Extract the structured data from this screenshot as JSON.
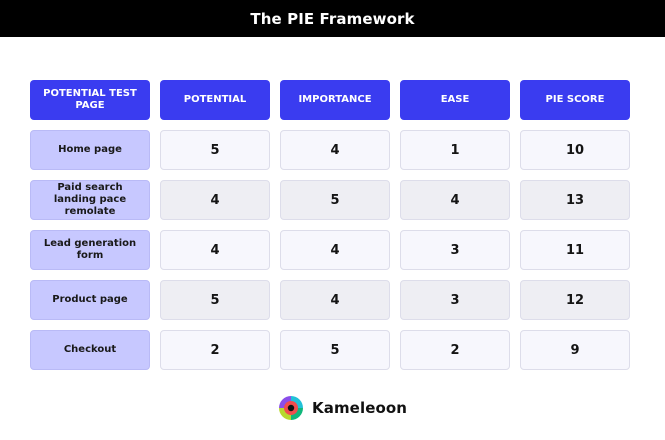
{
  "page": {
    "title": "The PIE Framework"
  },
  "table": {
    "headers": [
      "POTENTIAL TEST PAGE",
      "POTENTIAL",
      "IMPORTANCE",
      "EASE",
      "PIE SCORE"
    ],
    "rows": [
      {
        "label": "Home page",
        "potential": "5",
        "importance": "4",
        "ease": "1",
        "pie_score": "10"
      },
      {
        "label": "Paid search landing pace remolate",
        "potential": "4",
        "importance": "5",
        "ease": "4",
        "pie_score": "13"
      },
      {
        "label": "Lead generation form",
        "potential": "4",
        "importance": "4",
        "ease": "3",
        "pie_score": "11"
      },
      {
        "label": "Product page",
        "potential": "5",
        "importance": "4",
        "ease": "3",
        "pie_score": "12"
      },
      {
        "label": "Checkout",
        "potential": "2",
        "importance": "5",
        "ease": "2",
        "pie_score": "9"
      }
    ]
  },
  "footer": {
    "brand": "Kameleoon",
    "logo_icon": "kameleoon-logo-icon"
  },
  "colors": {
    "title_bar": "#000000",
    "header_fill": "#3a3cf0",
    "label_fill": "#c7c8ff",
    "value_light": "#f7f7fd",
    "value_dark": "#eeeef3"
  }
}
